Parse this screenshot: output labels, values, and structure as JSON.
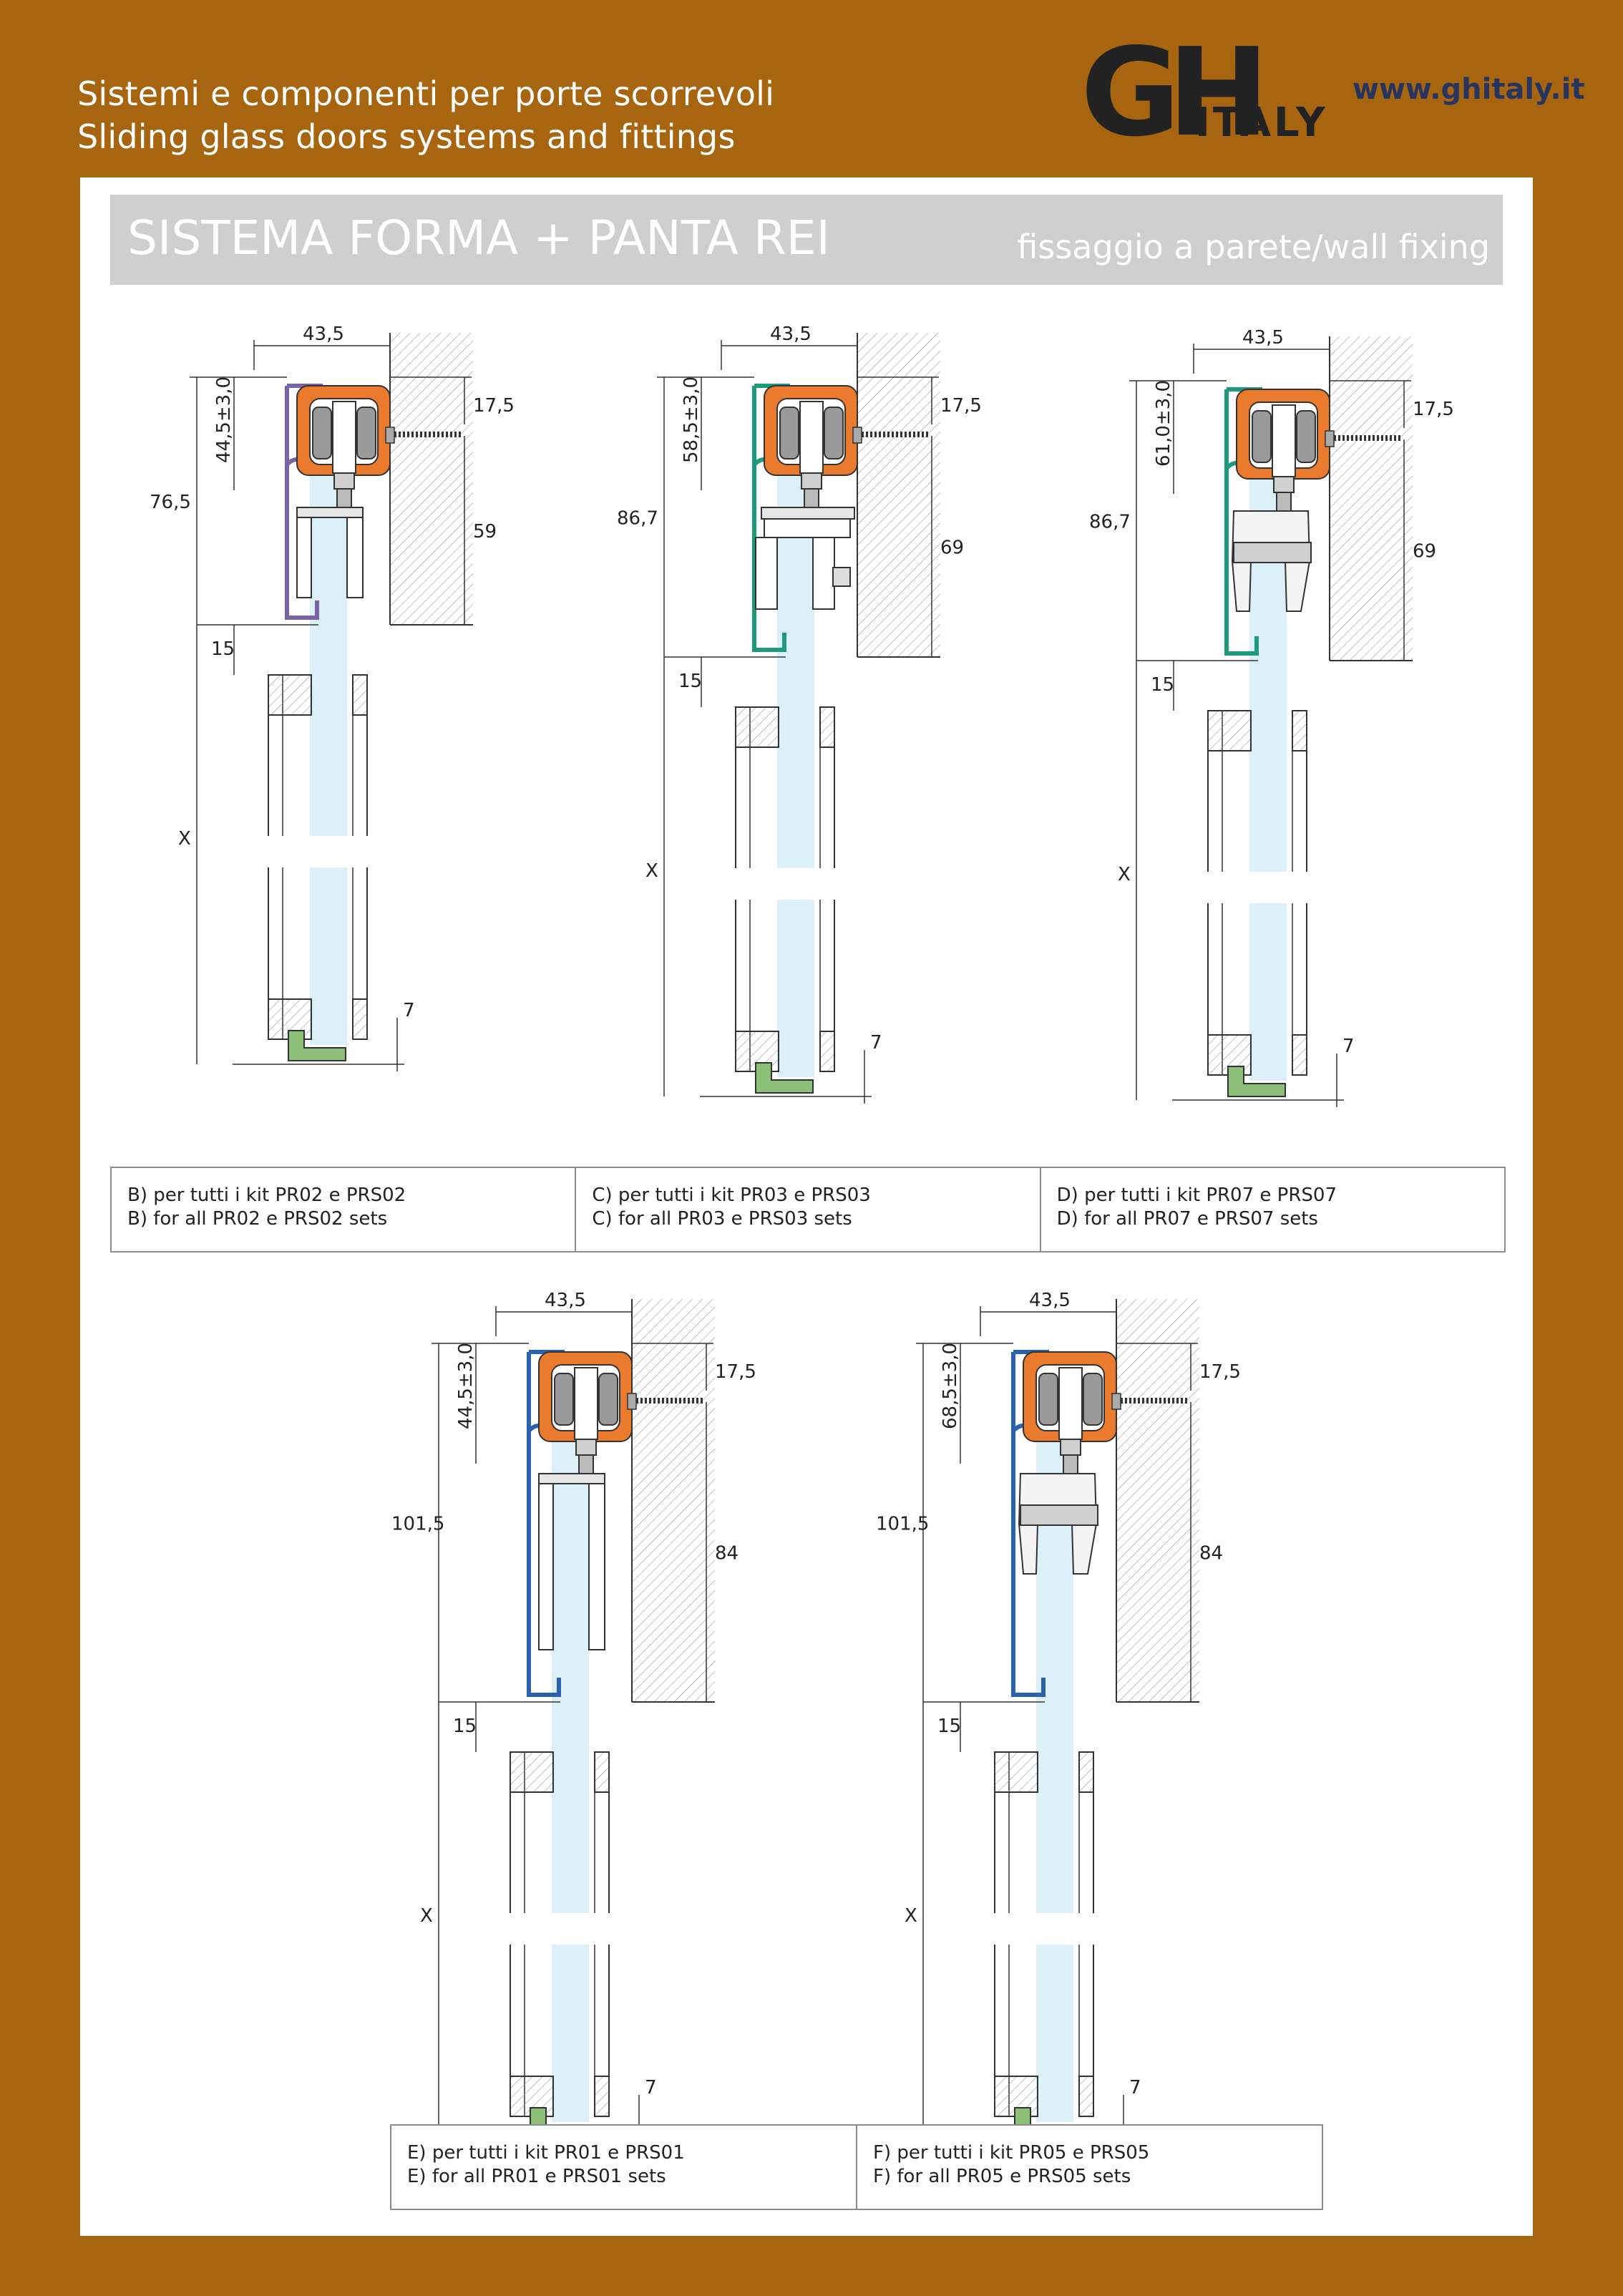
{
  "header": {
    "line1": "Sistemi e componenti per porte scorrevoli",
    "line2": "Sliding glass doors systems and fittings",
    "logo": {
      "text_main": "GH",
      "text_sub": "ITALY",
      "color_main": "#3a4a9a",
      "color_sub": "#7dbb2a"
    },
    "website": "www.ghitaly.it"
  },
  "title_bar": {
    "main": "SISTEMA FORMA + PANTA REI",
    "sub": "fissaggio a parete/wall fixing"
  },
  "colors": {
    "background": "#A8650F",
    "title_bar": "#cfcfcf",
    "roller_body": "#ea7a2e",
    "glass": "#dcf0fa",
    "floor_guide": "#8cbf78",
    "profile_B": "#7a63a8",
    "profile_C": "#1d9a7c",
    "profile_D": "#1d9a7c",
    "profile_E": "#2a62ae",
    "profile_F": "#2a62ae"
  },
  "diagrams": [
    {
      "id": "B",
      "w": "43,5",
      "top": "17,5",
      "wall": "59",
      "total": "76,5",
      "inner": "44,5±3,0",
      "gap": "15",
      "x": "X",
      "bottom": "7",
      "clamp": "plain"
    },
    {
      "id": "C",
      "w": "43,5",
      "top": "17,5",
      "wall": "69",
      "total": "86,7",
      "inner": "58,5±3,0",
      "gap": "15",
      "x": "X",
      "bottom": "7",
      "clamp": "bracket"
    },
    {
      "id": "D",
      "w": "43,5",
      "top": "17,5",
      "wall": "69",
      "total": "86,7",
      "inner": "61,0±3,0",
      "gap": "15",
      "x": "X",
      "bottom": "7",
      "clamp": "clip"
    },
    {
      "id": "E",
      "w": "43,5",
      "top": "17,5",
      "wall": "84",
      "total": "101,5",
      "inner": "44,5±3,0",
      "gap": "15",
      "x": "X",
      "bottom": "7",
      "clamp": "plain"
    },
    {
      "id": "F",
      "w": "43,5",
      "top": "17,5",
      "wall": "84",
      "total": "101,5",
      "inner": "68,5±3,0",
      "gap": "15",
      "x": "X",
      "bottom": "7",
      "clamp": "clip"
    }
  ],
  "captions_top": [
    {
      "it": "B) per tutti i kit PR02 e PRS02",
      "en": "B) for all PR02 e PRS02 sets"
    },
    {
      "it": "C) per tutti i kit PR03 e PRS03",
      "en": "C) for all PR03 e PRS03 sets"
    },
    {
      "it": "D) per tutti i kit PR07 e PRS07",
      "en": "D) for all PR07 e PRS07 sets"
    }
  ],
  "captions_bottom": [
    {
      "it": "E) per tutti i kit PR01 e PRS01",
      "en": "E) for all PR01 e PRS01 sets"
    },
    {
      "it": "F) per tutti i kit PR05 e PRS05",
      "en": "F) for all PR05 e PRS05 sets"
    }
  ]
}
